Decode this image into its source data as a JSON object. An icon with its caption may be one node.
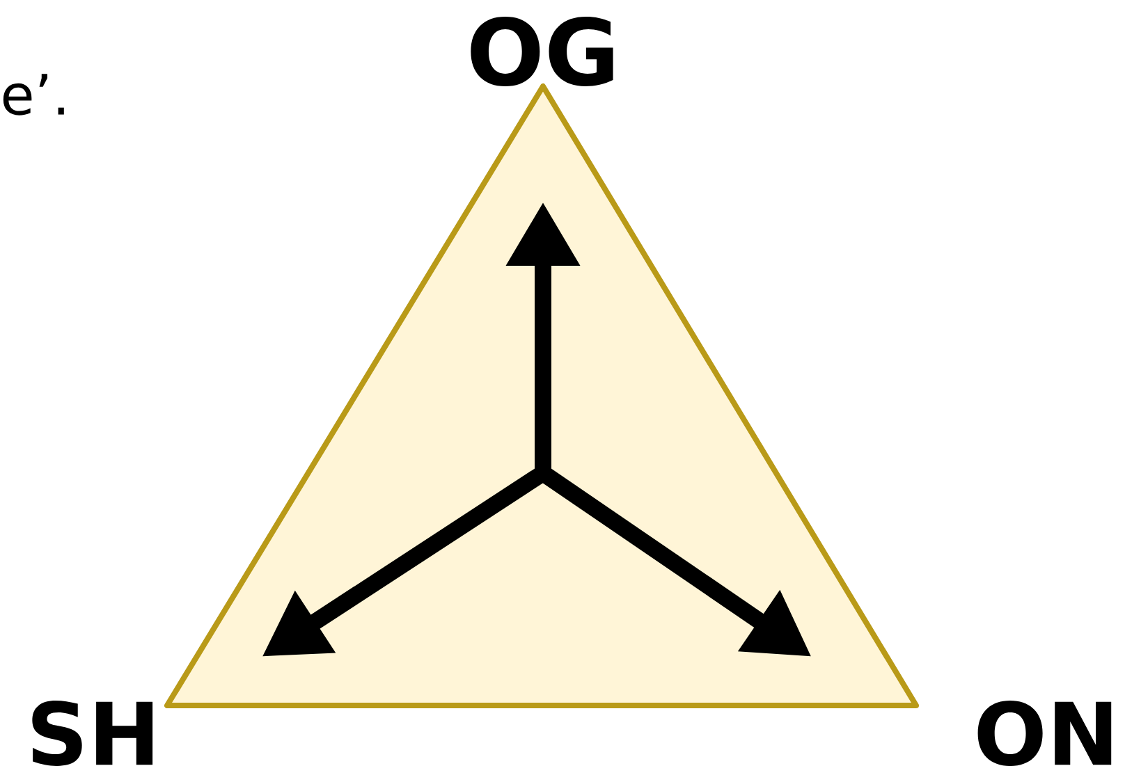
{
  "diagram": {
    "labels": [
      "e’.",
      "OG",
      "SH",
      "ON"
    ]
  }
}
